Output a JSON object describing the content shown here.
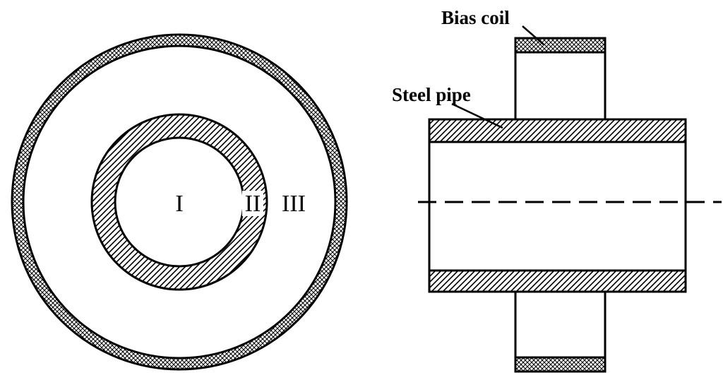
{
  "cross_section": {
    "region_labels": [
      "I",
      "II",
      "III"
    ]
  },
  "side_view": {
    "bias_coil_label": "Bias coil",
    "steel_pipe_label": "Steel pipe"
  }
}
